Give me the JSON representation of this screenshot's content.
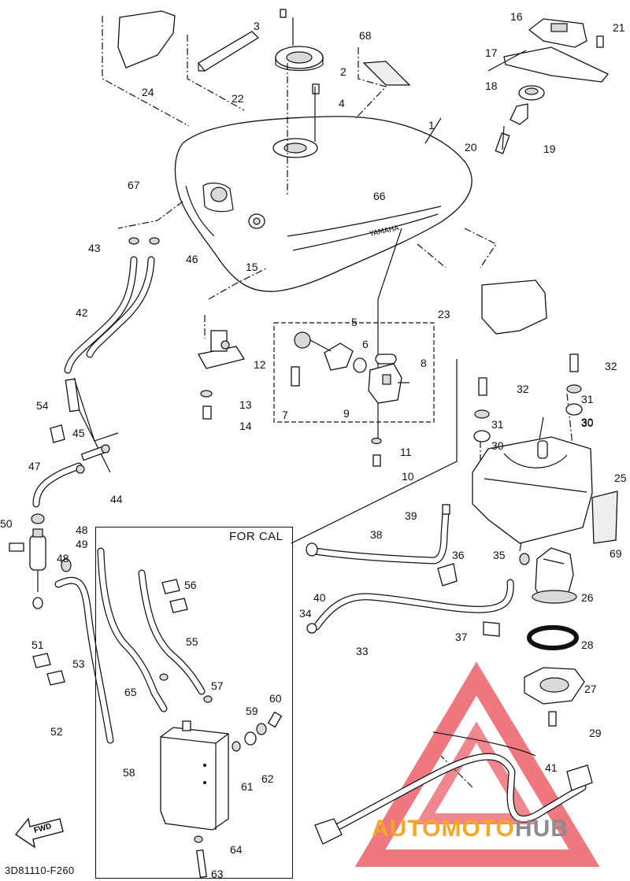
{
  "diagram": {
    "code": "3D81110-F260",
    "for_cal_label": "FOR CAL",
    "fwd_label": "FWD",
    "watermark": {
      "part1": "AUTOMOTO",
      "part2": "HUB"
    },
    "colors": {
      "watermark_red": "#e8424f",
      "watermark_orange": "#f5a623",
      "watermark_gray": "#8c8c8c"
    },
    "part_numbers": [
      "1",
      "2",
      "3",
      "4",
      "5",
      "6",
      "7",
      "8",
      "9",
      "10",
      "11",
      "12",
      "13",
      "14",
      "15",
      "16",
      "17",
      "18",
      "19",
      "20",
      "21",
      "22",
      "23",
      "24",
      "25",
      "26",
      "27",
      "28",
      "29",
      "30",
      "30",
      "30",
      "31",
      "31",
      "32",
      "32",
      "33",
      "34",
      "35",
      "36",
      "37",
      "38",
      "39",
      "40",
      "41",
      "42",
      "43",
      "44",
      "45",
      "46",
      "47",
      "48",
      "48",
      "49",
      "50",
      "51",
      "52",
      "53",
      "54",
      "55",
      "56",
      "57",
      "58",
      "59",
      "60",
      "61",
      "62",
      "63",
      "64",
      "65",
      "66",
      "67",
      "68",
      "69"
    ]
  }
}
